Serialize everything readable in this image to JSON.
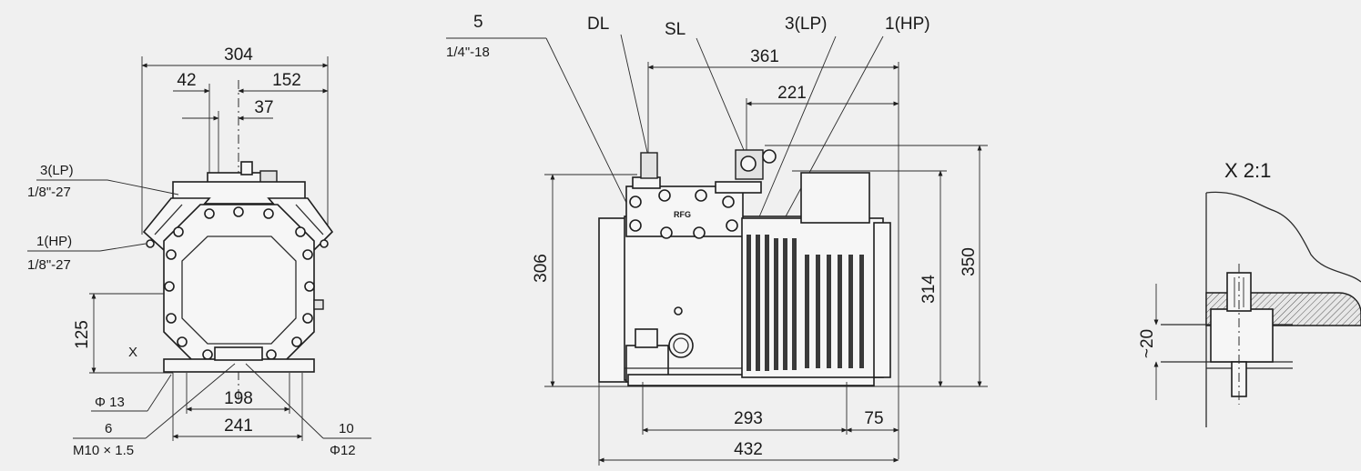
{
  "front_view": {
    "dim_width_total": "304",
    "dim_offset_left": "42",
    "dim_offset_right": "152",
    "dim_port_offset": "37",
    "dim_height_foot": "125",
    "dim_bolt_spacing": "198",
    "dim_foot_width": "241",
    "label_port_lp": "3(LP)",
    "label_thread_lp": "1/8\"-27",
    "label_port_hp": "1(HP)",
    "label_thread_hp": "1/8\"-27",
    "label_hole_dia": "Φ 13",
    "label_item_6": "6",
    "label_thread_m10": "M10 × 1.5",
    "label_item_10": "10",
    "label_dia_12": "Φ12",
    "label_section_x": "X"
  },
  "side_view": {
    "label_item_5": "5",
    "label_thread_5": "1/4\"-18",
    "label_dl": "DL",
    "label_sl": "SL",
    "label_lp": "3(LP)",
    "label_hp": "1(HP)",
    "dim_361": "361",
    "dim_221": "221",
    "dim_306": "306",
    "dim_314": "314",
    "dim_350": "350",
    "dim_293": "293",
    "dim_75": "75",
    "dim_432": "432",
    "brand_text": "RFG"
  },
  "detail_view": {
    "title": "X 2:1",
    "dim_20": "~20"
  }
}
